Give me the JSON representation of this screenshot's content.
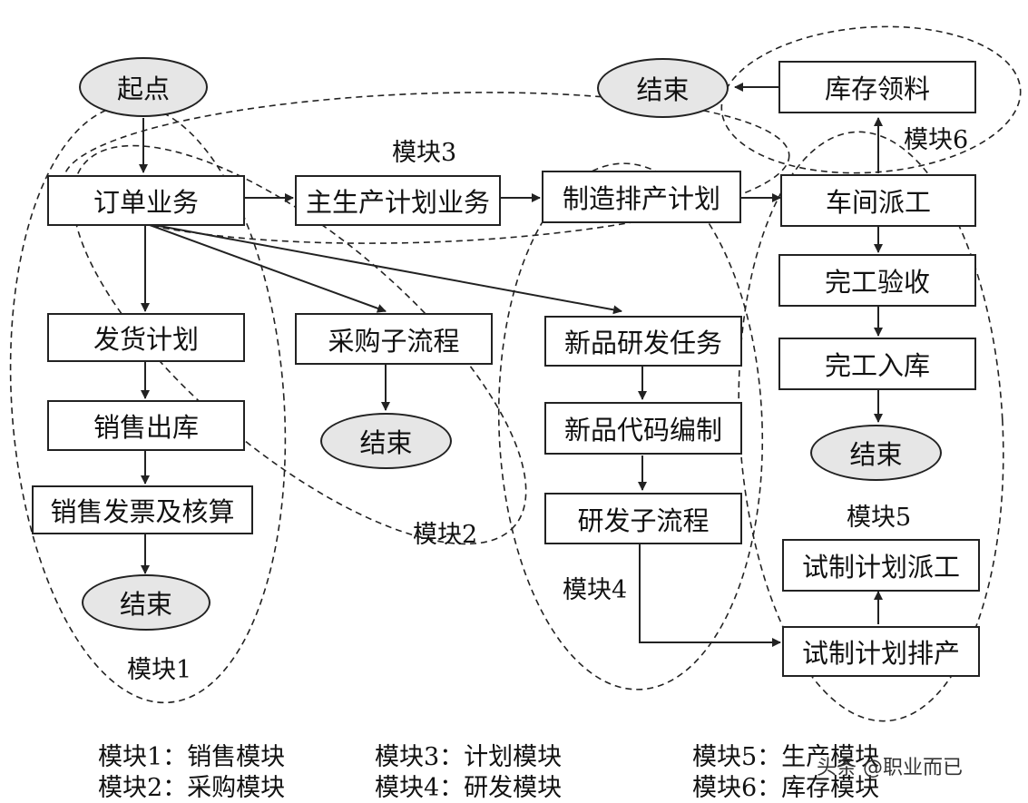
{
  "nodes": {
    "start": "起点",
    "order": "订单业务",
    "mps": "主生产计划业务",
    "mfg_plan": "制造排产计划",
    "workshop": "车间派工",
    "inventory": "库存领料",
    "end_top": "结束",
    "ship_plan": "发货计划",
    "sales_out": "销售出库",
    "sales_invoice": "销售发票及核算",
    "end_m1": "结束",
    "purchase": "采购子流程",
    "end_m2": "结束",
    "newprod_task": "新品研发任务",
    "newprod_code": "新品代码编制",
    "rd_sub": "研发子流程",
    "completion_check": "完工验收",
    "completion_store": "完工入库",
    "end_m5": "结束",
    "trial_dispatch": "试制计划派工",
    "trial_schedule": "试制计划排产"
  },
  "module_labels": {
    "m1": "模块1",
    "m2": "模块2",
    "m3": "模块3",
    "m4": "模块4",
    "m5": "模块5",
    "m6": "模块6"
  },
  "legend": [
    "模块1：销售模块",
    "模块2：采购模块",
    "模块3：计划模块",
    "模块4：研发模块",
    "模块5：生产模块",
    "模块6：库存模块"
  ],
  "watermark": "头条 @职业而已"
}
